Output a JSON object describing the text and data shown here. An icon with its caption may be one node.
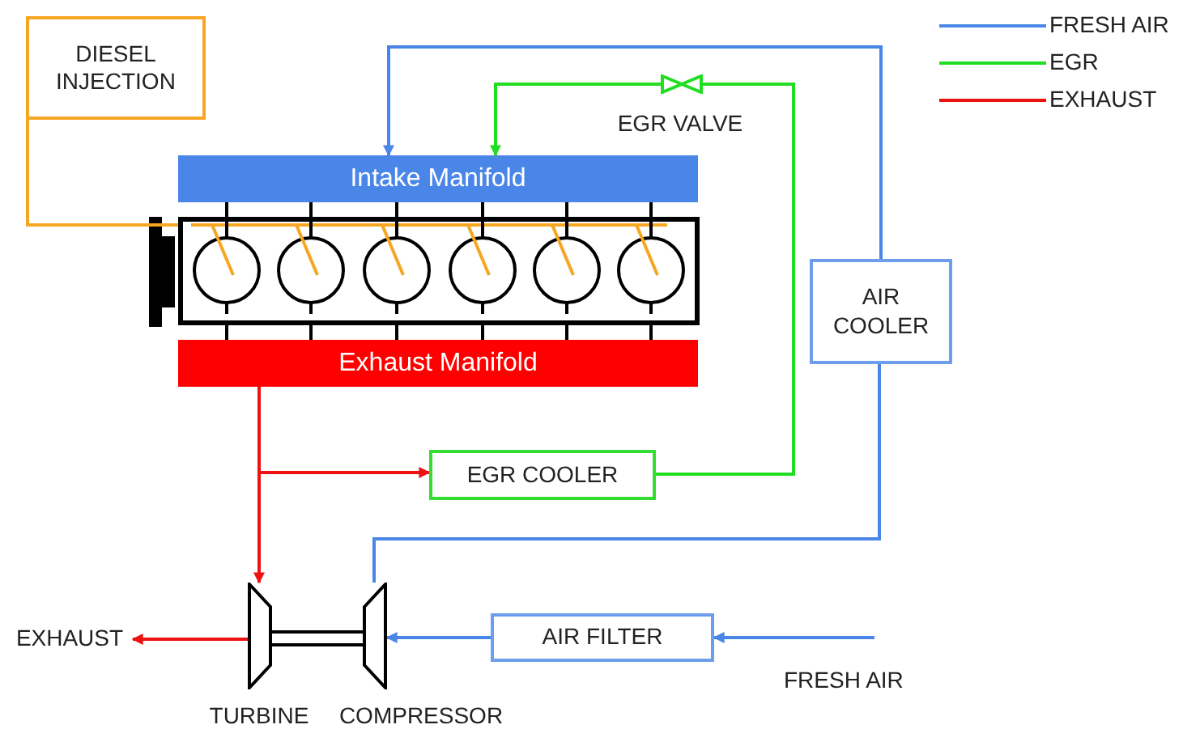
{
  "diagram": {
    "nodes": [
      {
        "text": [
          "DIESEL INJECTION"
        ]
      },
      {
        "text": [
          "Intake Manifold"
        ]
      },
      {
        "text": [],
        "shape": "box"
      },
      {
        "text": [
          "Exhaust Manifold"
        ]
      },
      {
        "text": [],
        "shape": "valve",
        "beside": [
          "EGR VALVE"
        ]
      },
      {
        "text": [
          "AIR COOLER"
        ]
      },
      {
        "text": [
          "EGR COOLER"
        ]
      },
      {
        "text": [],
        "shape": "trapezoid",
        "beside": [
          "TURBINE"
        ]
      },
      {
        "text": [],
        "shape": "trapezoid",
        "beside": [
          "COMPRESSOR"
        ]
      },
      {
        "text": [
          "AIR FILTER"
        ]
      },
      {
        "text": [
          "EXHAUST"
        ]
      }
    ],
    "edges": [
      {
        "from": 0,
        "to": 2,
        "arrow": "none",
        "color": "#f5a623"
      },
      {
        "from": 5,
        "to": 1,
        "arrow": "to",
        "color": "#4a86e8"
      },
      {
        "from": 4,
        "to": 1,
        "arrow": "to",
        "color": "#22dd22"
      },
      {
        "from": 6,
        "to": 4,
        "arrow": "none",
        "color": "#22dd22"
      },
      {
        "from": 3,
        "to": 7,
        "arrow": "to",
        "color": "#ee1111"
      },
      {
        "from": 3,
        "to": 6,
        "arrow": "to",
        "color": "#ee1111"
      },
      {
        "from": 7,
        "to": 10,
        "arrow": "to",
        "color": "#ee1111"
      },
      {
        "from": 7,
        "to": 8,
        "arrow": "none",
        "style": "thick"
      },
      {
        "from": 8,
        "to": 5,
        "arrow": "none",
        "color": "#4a86e8"
      },
      {
        "from": 9,
        "to": 8,
        "arrow": "to",
        "color": "#4a86e8"
      },
      {
        "from": null,
        "to": 9,
        "arrow": "to",
        "color": "#4a86e8"
      },
      {
        "from": 1,
        "to": 2,
        "arrow": "none"
      },
      {
        "from": 1,
        "to": 2,
        "arrow": "none"
      },
      {
        "from": 1,
        "to": 2,
        "arrow": "none"
      },
      {
        "from": 1,
        "to": 2,
        "arrow": "none"
      },
      {
        "from": 1,
        "to": 2,
        "arrow": "none"
      },
      {
        "from": 1,
        "to": 2,
        "arrow": "none"
      },
      {
        "from": 2,
        "to": 3,
        "arrow": "none"
      },
      {
        "from": 2,
        "to": 3,
        "arrow": "none"
      },
      {
        "from": 2,
        "to": 3,
        "arrow": "none"
      },
      {
        "from": 2,
        "to": 3,
        "arrow": "none"
      },
      {
        "from": 2,
        "to": 3,
        "arrow": "none"
      },
      {
        "from": 2,
        "to": 3,
        "arrow": "none"
      }
    ],
    "labels": [
      "FRESH AIR"
    ],
    "legend": [
      {
        "text": "FRESH AIR"
      },
      {
        "text": "EGR"
      },
      {
        "text": "EXHAUST"
      }
    ]
  }
}
